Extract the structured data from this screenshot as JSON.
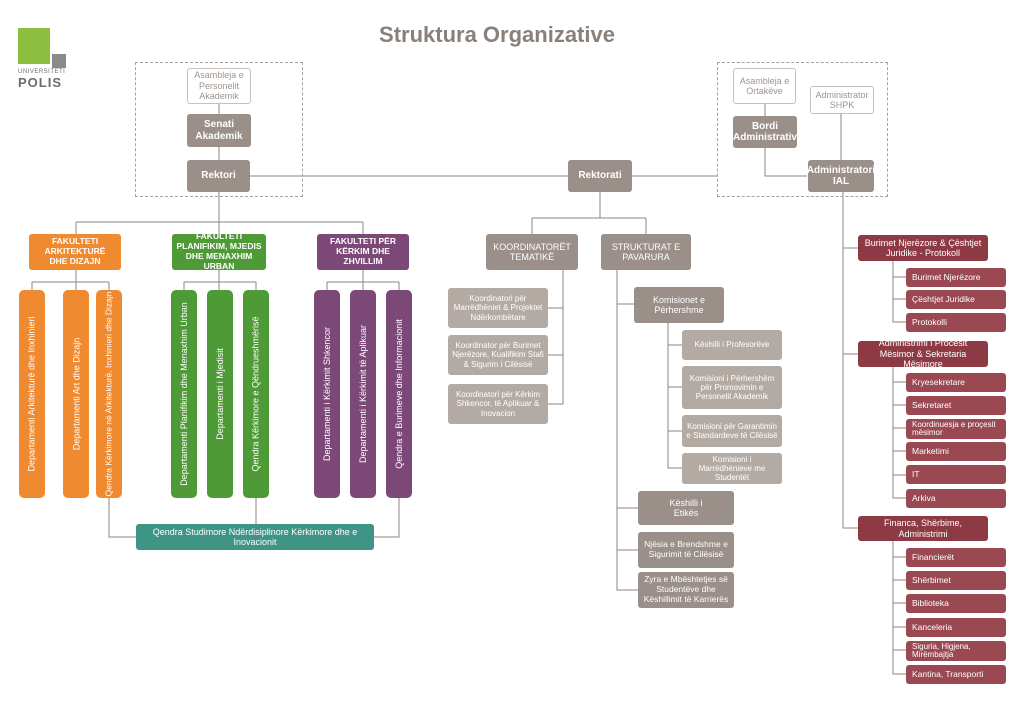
{
  "title": "Struktura Organizative",
  "logo": {
    "top_text": "UNIVERSITETI",
    "name": "POLIS"
  },
  "left_top": {
    "assembly": "Asambleja e Personelit Akademik",
    "senate": "Senati Akademik",
    "rector": "Rektori"
  },
  "center": {
    "rectorate": "Rektorati"
  },
  "right_top": {
    "assembly": "Asambleja e Ortakëve",
    "admin_shpk": "Administrator SHPK",
    "board": "Bordi Administrativ",
    "admin_ial": "Administratori IAL"
  },
  "faculties": [
    {
      "name": "FAKULTETI ARKITEKTURË DHE DIZAJN",
      "departments": [
        "Departamenti Arkitekturë dhe Inxhinieri",
        "Departamenti Art dhe Dizajn",
        "Qendra Kërkimore në Arkitekturë, Inxhinieri dhe Dizajn"
      ]
    },
    {
      "name": "FAKULTETI PLANIFIKIM, MJEDIS DHE MENAXHIM URBAN",
      "departments": [
        "Departamenti Planifikim dhe Menaxhim Urban",
        "Departamenti i Mjedisit",
        "Qendra Kërkimore e Qëndrueshmërisë"
      ]
    },
    {
      "name": "FAKULTETI PËR KËRKIM DHE ZHVILLIM",
      "departments": [
        "Departamenti i Kërkimit Shkencor",
        "Departamenti i Kërkimit të Aplikuar",
        "Qendra e Burimeve dhe Informacionit"
      ]
    }
  ],
  "research_center": "Qendra Studimore Ndërdisiplinore Kërkimore dhe e Inovacionit",
  "coordinators": {
    "title": "KOORDINATORËT TEMATIKË",
    "items": [
      "Koordinatori për Marrëdhëniet & Projektet Ndërkombëtare",
      "Koordinator për Burimet Njerëzore, Kualifikim Stafi & Sigurim i Cilësisë",
      "Koordinatori për Kërkim Shkencor, të Aplikuar & Inovacion"
    ]
  },
  "structures": {
    "title": "STRUKTURAT E PAVARURA",
    "commissions": "Komisionet e Përhershme",
    "commission_items": [
      "Këshilli i Profesorëve",
      "Komisioni i Përhershëm për Promovimin e Personelit Akademik",
      "Komisioni për Garantimin e Standardeve të Cilësisë",
      "Komisioni i Marrëdhënieve me Studentët"
    ],
    "others": [
      "Këshilli i Etikës",
      "Njësia e Brendshme e Sigurimit të Cilësisë",
      "Zyra e Mbështetjes së Studentëve dhe Këshillimit të Karrierës"
    ]
  },
  "admin_groups": [
    {
      "name": "Burimet Njerëzore & Çështjet Juridike - Protokoll",
      "items": [
        "Burimet Njerëzore",
        "Çështjet Juridike",
        "Protokolli"
      ]
    },
    {
      "name": "Administrimi i Procesit Mësimor & Sekretaria Mësimore",
      "items": [
        "Kryesekretare",
        "Sekretaret",
        "Koordinuesja e proçesit mësimor",
        "Marketimi",
        "IT",
        "Arkiva"
      ]
    },
    {
      "name": "Financa, Shërbime, Administrimi",
      "items": [
        "Financierët",
        "Shërbimet",
        "Biblioteka",
        "Kanceleria",
        "Siguria, Higjena, Mirëmbajtja",
        "Kantina, Transporti"
      ]
    }
  ],
  "colors": {
    "gray": "#9a8f89",
    "orange": "#ef8a31",
    "green": "#4e9a36",
    "purple": "#7c4878",
    "maroon": "#8d3a44",
    "teal": "#3e9585"
  }
}
